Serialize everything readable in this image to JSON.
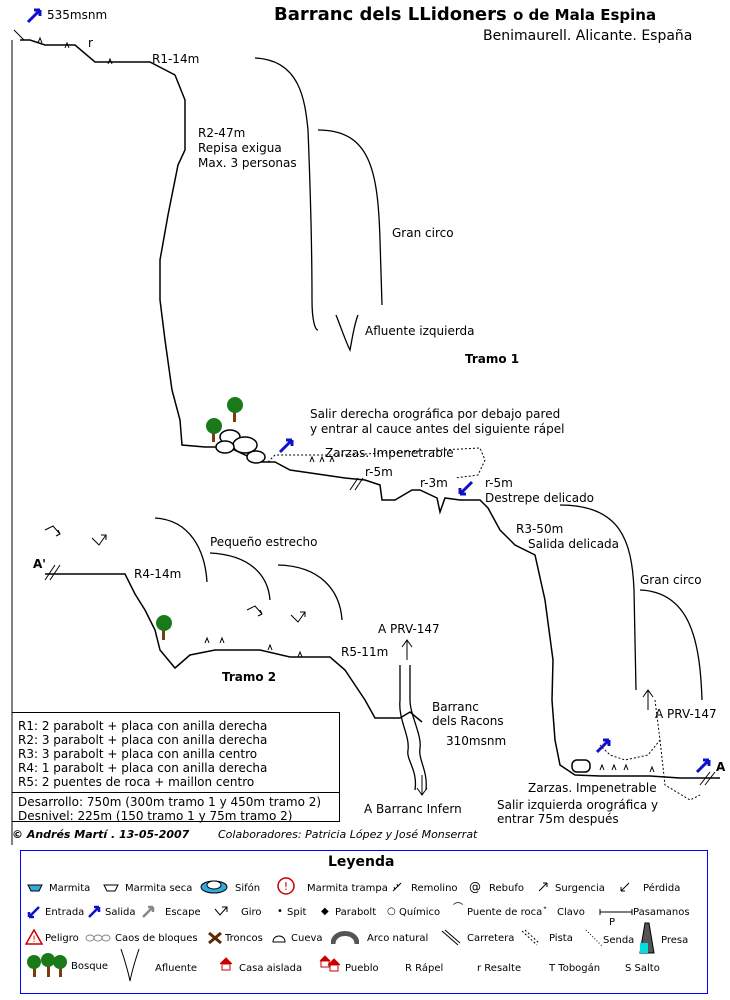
{
  "header": {
    "title_main": "Barranc dels LLidoners",
    "title_rest": "o de Mala Espina",
    "subtitle": "Benimaurell. Alicante. España",
    "altitude_top": "535msnm"
  },
  "topo": {
    "tramo1": "Tramo 1",
    "tramo2": "Tramo 2",
    "labels": {
      "r": "r",
      "r1": "R1-14m",
      "r2": "R2-47m",
      "r2_note1": "Repisa exigua",
      "r2_note2": "Max. 3 personas",
      "gran_circo_1": "Gran circo",
      "afluente": "Afluente izquierda",
      "exit_note1": "Salir derecha orográfica por debajo pared",
      "exit_note2": "y entrar al cauce antes del siguiente rápel",
      "zarzas1": "Zarzas. Impenetrable",
      "r5m": "r-5m",
      "r3m": "r-3m",
      "r5m_b": "r-5m",
      "destrepe": "Destrepe delicado",
      "r3": "R3-50m",
      "salida_delicada": "Salida delicada",
      "gran_circo_2": "Gran circo",
      "prv_right": "A PRV-147",
      "zarzas2": "Zarzas. Impenetrable",
      "salir_izq1": "Salir izquierda orográfica y",
      "salir_izq2": "entrar 75m después",
      "a_mark": "A",
      "a_prime": "A'",
      "pequeno": "Pequeño estrecho",
      "r4": "R4-14m",
      "r5": "R5-11m",
      "prv_center": "A PRV-147",
      "racons1": "Barranc",
      "racons2": "dels Racons",
      "alt_racons": "310msnm",
      "infern": "A Barranc Infern"
    }
  },
  "anchors_box": {
    "lines": [
      "R1: 2 parabolt + placa con anilla derecha",
      "R2: 3 parabolt + placa con anilla derecha",
      "R3: 3 parabolt + placa con anilla centro",
      "R4: 1 parabolt + placa con anilla derecha",
      "R5: 2 puentes de roca + maillon centro"
    ],
    "desarrollo": "Desarrollo: 750m (300m tramo 1 y 450m tramo 2)",
    "desnivel": "Desnivel: 225m (150 tramo 1 y 75m tramo 2)"
  },
  "credits": {
    "author": "© Andrés Martí . 13-05-2007",
    "collab": "Colaboradores: Patricia López y José Monserrat"
  },
  "legend": {
    "title": "Leyenda",
    "items": [
      "Marmita",
      "Marmita seca",
      "Sifón",
      "Marmita trampa",
      "Remolino",
      "Rebufo",
      "Surgencia",
      "Pérdida",
      "Entrada",
      "Salida",
      "Escape",
      "Giro",
      "Spit",
      "Parabolt",
      "Químico",
      "Puente de roca",
      "Clavo",
      "Pasamanos",
      "Peligro",
      "Caos de bloques",
      "Troncos",
      "Cueva",
      "Arco natural",
      "Carretera",
      "Pista",
      "Senda",
      "Presa",
      "Bosque",
      "Afluente",
      "Casa aislada",
      "Pueblo",
      "R Rápel",
      "r Resalte",
      "T Tobogán",
      "S Salto"
    ],
    "pasamanos_p": "P"
  },
  "colors": {
    "entry_arrow": "#1010cc",
    "frame": "#0000ff",
    "tree": "#1a7a1a",
    "trunk": "#7a3b10",
    "danger": "#cc0000",
    "water": "#33aadd"
  }
}
